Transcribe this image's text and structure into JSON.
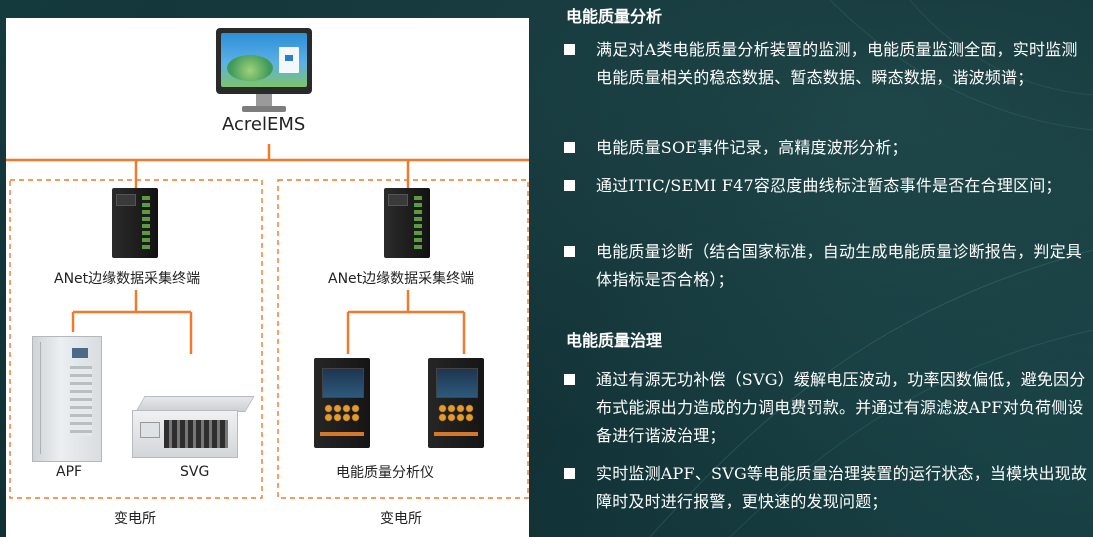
{
  "diagram": {
    "platform_label": "AcrelEMS",
    "left_group": {
      "terminal_label": "ANet边缘数据采集终端",
      "device_labels": [
        "APF",
        "SVG"
      ],
      "substation_label": "变电所"
    },
    "right_group": {
      "terminal_label": "ANet边缘数据采集终端",
      "device_label": "电能质量分析仪",
      "substation_label": "变电所"
    },
    "colors": {
      "wire": "#f07a2a",
      "dash_border": "#f07a2a"
    }
  },
  "sections": [
    {
      "title": "电能质量分析",
      "items": [
        "满足对A类电能质量分析装置的监测，电能质量监测全面，实时监测电能质量相关的稳态数据、暂态数据、瞬态数据，谐波频谱；",
        "电能质量SOE事件记录，高精度波形分析；",
        "通过ITIC/SEMI F47容忍度曲线标注暂态事件是否在合理区间；",
        "电能质量诊断（结合国家标准，自动生成电能质量诊断报告，判定具体指标是否合格）；"
      ]
    },
    {
      "title": "电能质量治理",
      "items": [
        "通过有源无功补偿（SVG）缓解电压波动，功率因数偏低，避免因分布式能源出力造成的力调电费罚款。并通过有源滤波APF对负荷侧设备进行谐波治理；",
        "实时监测APF、SVG等电能质量治理装置的运行状态，当模块出现故障时及时进行报警，更快速的发现问题；"
      ]
    }
  ]
}
